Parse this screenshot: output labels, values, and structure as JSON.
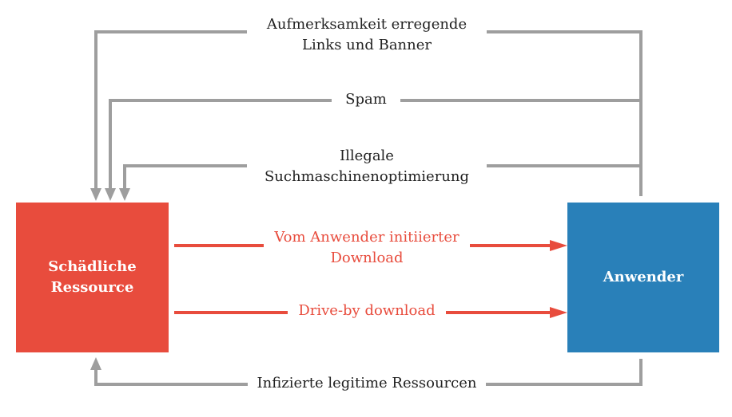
{
  "nodes": {
    "malicious_resource": "Schädliche\nRessource",
    "user": "Anwender"
  },
  "edges": {
    "links_banner": "Aufmerksamkeit erregende\nLinks und Banner",
    "spam": "Spam",
    "illegal_seo": "Illegale\nSuchmaschinenoptimierung",
    "user_initiated_download": "Vom Anwender initiierter\nDownload",
    "drive_by_download": "Drive-by download",
    "infected_resources": "Infizierte legitime Ressourcen"
  },
  "colors": {
    "malicious": "#e84c3d",
    "user": "#2980b9",
    "connector": "#9e9e9e",
    "download_arrow": "#e84c3d"
  }
}
